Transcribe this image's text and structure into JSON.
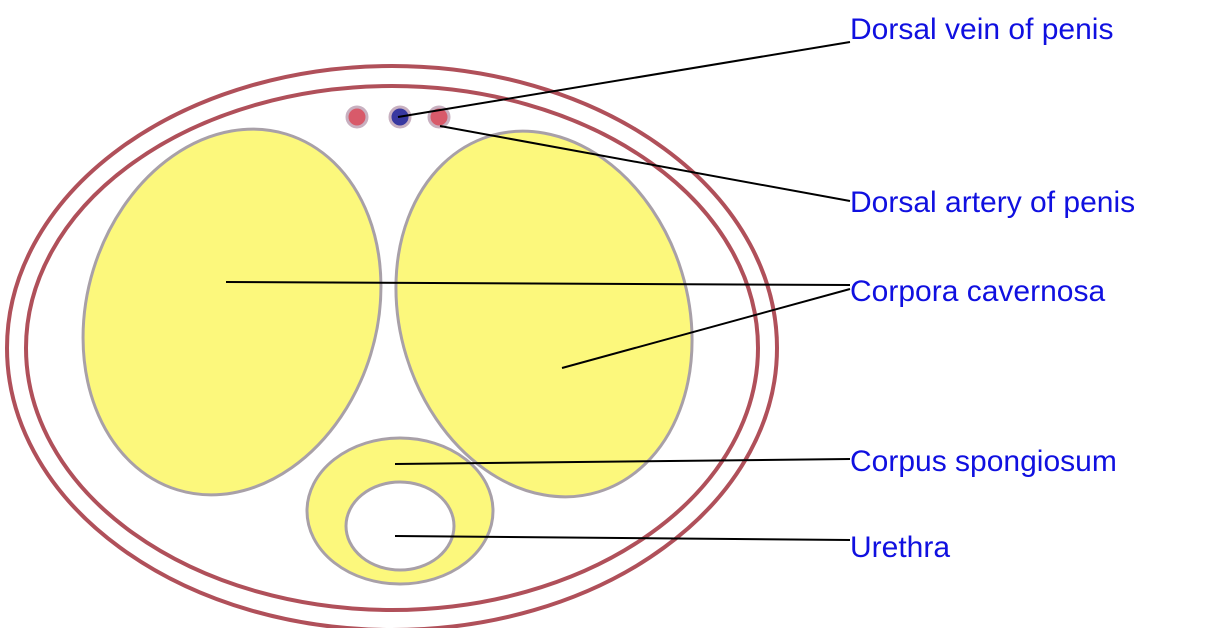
{
  "labels": {
    "dorsal_vein": "Dorsal vein of penis",
    "dorsal_artery": "Dorsal artery of penis",
    "corpora_cavernosa": "Corpora cavernosa",
    "corpus_spongiosum": "Corpus spongiosum",
    "urethra": "Urethra"
  },
  "colors": {
    "label_text": "#1010e0",
    "leader_line": "#000000",
    "outer_ring": "#b0505a",
    "cavernosa_fill": "#fcf87c",
    "cavernosa_stroke": "#a8a0a8",
    "artery_fill": "#d85a6a",
    "vein_fill": "#3838a0",
    "vessel_ring": "#c8b0c0"
  }
}
